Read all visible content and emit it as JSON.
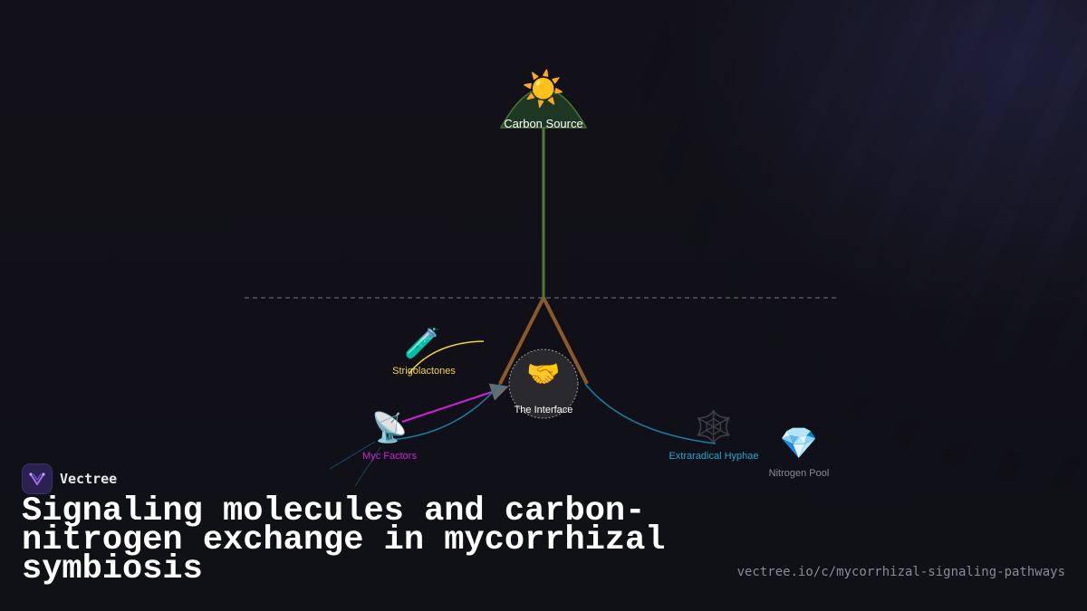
{
  "diagram": {
    "nodes": {
      "carbon_source": {
        "label": "Carbon Source",
        "icon": "sun-icon",
        "glyph": "☀️",
        "color": "#ffffff"
      },
      "strigolactones": {
        "label": "Strigolactones",
        "icon": "test-tube-icon",
        "glyph": "🧪",
        "color": "#f2d43a"
      },
      "interface": {
        "label": "The Interface",
        "icon": "handshake-icon",
        "glyph": "🤝",
        "color": "#ffffff"
      },
      "myc_factors": {
        "label": "Myc Factors",
        "icon": "satellite-dish-icon",
        "glyph": "📡",
        "color": "#d020d8"
      },
      "extraradical_hyphae": {
        "label": "Extraradical Hyphae",
        "icon": "spider-web-icon",
        "glyph": "🕸️",
        "color": "#20a8d0"
      },
      "nitrogen_pool": {
        "label": "Nitrogen Pool",
        "icon": "gem-icon",
        "glyph": "💎",
        "color": "#8a8a96"
      }
    },
    "colors": {
      "carbon_stem": "#4e7a34",
      "root": "#8a5a2a",
      "strigolactone_flow": "#f2d43a",
      "myc_flow": "#d020d8",
      "hyphae_flow": "#1a7fa0",
      "soil_line": "#55555e"
    }
  },
  "brand": {
    "name": "Vectree",
    "logo_icon": "vectree-logo-icon"
  },
  "title": "Signaling molecules and carbon-nitrogen exchange in mycorrhizal symbiosis",
  "url": "vectree.io/c/mycorrhizal-signaling-pathways"
}
